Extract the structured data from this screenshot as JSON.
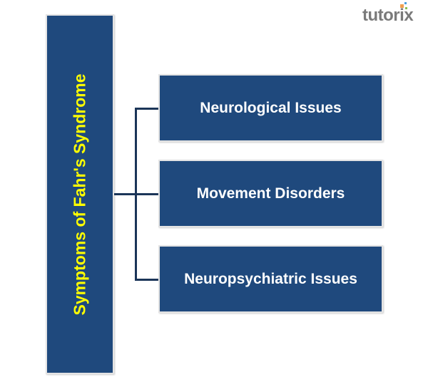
{
  "title": "Symptoms of Fahr's Syndrome",
  "items": [
    "Neurological Issues",
    "Movement Disorders",
    "Neuropsychiatric Issues"
  ],
  "logo": "tutorix",
  "colors": {
    "box": "#1f497d",
    "title_text": "#ffff00",
    "item_text": "#ffffff",
    "connector": "#1b3558"
  }
}
